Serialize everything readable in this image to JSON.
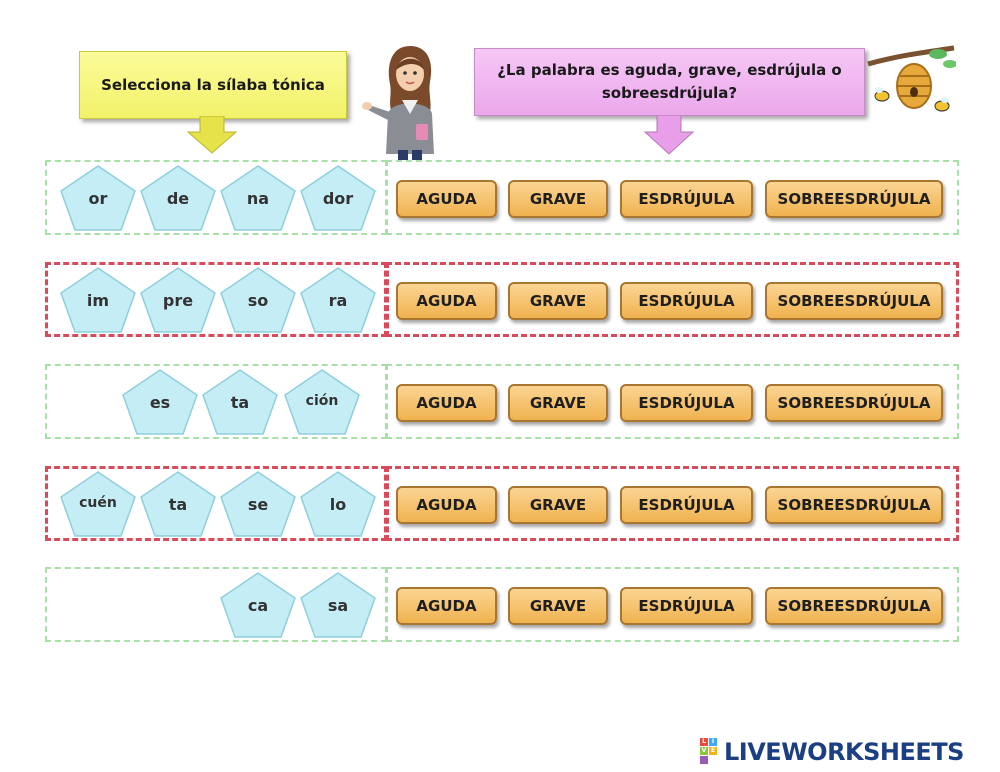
{
  "instructions": {
    "left": "Selecciona la sílaba tónica",
    "right": "¿La palabra es aguda, grave, esdrújula o sobreesdrújula?"
  },
  "answer_options": [
    "AGUDA",
    "GRAVE",
    "ESDRÚJULA",
    "SOBREESDRÚJULA"
  ],
  "rows": [
    {
      "state": "pending",
      "syllables": [
        "or",
        "de",
        "na",
        "dor"
      ]
    },
    {
      "state": "incorrect",
      "syllables": [
        "im",
        "pre",
        "so",
        "ra"
      ]
    },
    {
      "state": "pending",
      "syllables": [
        "es",
        "ta",
        "ción"
      ]
    },
    {
      "state": "incorrect",
      "syllables": [
        "cuén",
        "ta",
        "se",
        "lo"
      ]
    },
    {
      "state": "pending",
      "syllables": [
        "ca",
        "sa"
      ]
    }
  ],
  "colors": {
    "pending_border": "#a8e0a8",
    "incorrect_border": "#d94b5a",
    "pentagon_fill": "#c5edf5",
    "button_fill": "#f0b24f"
  },
  "footer": {
    "brand": "LIVEWORKSHEETS",
    "brand_icon": "live-worksheets-icon"
  }
}
